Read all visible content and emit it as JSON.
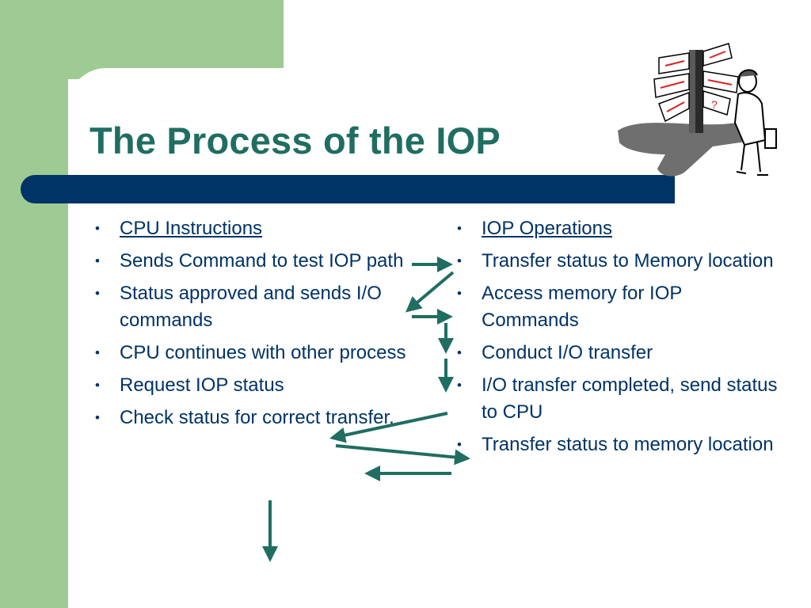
{
  "slide": {
    "title": "The Process of the IOP",
    "accent_color": "#9ecb93",
    "title_color": "#1f6e61",
    "bar_color": "#003366",
    "arrow_color": "#1f6e61"
  },
  "left_column": {
    "items": [
      {
        "text": "CPU Instructions",
        "heading": true
      },
      {
        "text": "Sends Command to test IOP path"
      },
      {
        "text": "Status approved and sends I/O commands"
      },
      {
        "text": "CPU continues with other process"
      },
      {
        "text": "Request IOP status"
      },
      {
        "text": "Check status for correct transfer."
      }
    ]
  },
  "right_column": {
    "items": [
      {
        "text": "IOP Operations",
        "heading": true
      },
      {
        "text": "Transfer status to Memory location"
      },
      {
        "text": "Access memory for IOP Commands"
      },
      {
        "text": "Conduct I/O transfer"
      },
      {
        "text": "I/O transfer completed, send status to CPU"
      },
      {
        "text": "Transfer status to memory location"
      }
    ]
  },
  "clipart": {
    "icon": "signpost-confused-man-icon",
    "sign_mark": "?"
  }
}
